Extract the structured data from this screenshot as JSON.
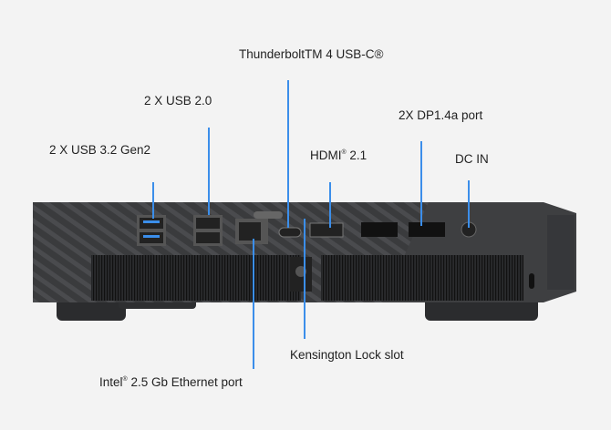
{
  "labels": {
    "thunderbolt": {
      "text": "ThunderboltTM 4 USB-C®"
    },
    "usb20": {
      "text": "2 X USB 2.0"
    },
    "usb32": {
      "text": "2 X USB 3.2 Gen2"
    },
    "hdmi": {
      "pre": "HDMI",
      "sup": "®",
      "post": " 2.1"
    },
    "dp": {
      "text": "2X DP1.4a port"
    },
    "dcin": {
      "text": "DC IN"
    },
    "kensington": {
      "text": "Kensington Lock slot"
    },
    "ethernet": {
      "pre": "Intel",
      "sup": "®",
      "post": " 2.5 Gb Ethernet port"
    }
  },
  "colors": {
    "background": "#f3f3f3",
    "leader_line": "#3b8eea",
    "chassis": "#3a3b3d"
  }
}
